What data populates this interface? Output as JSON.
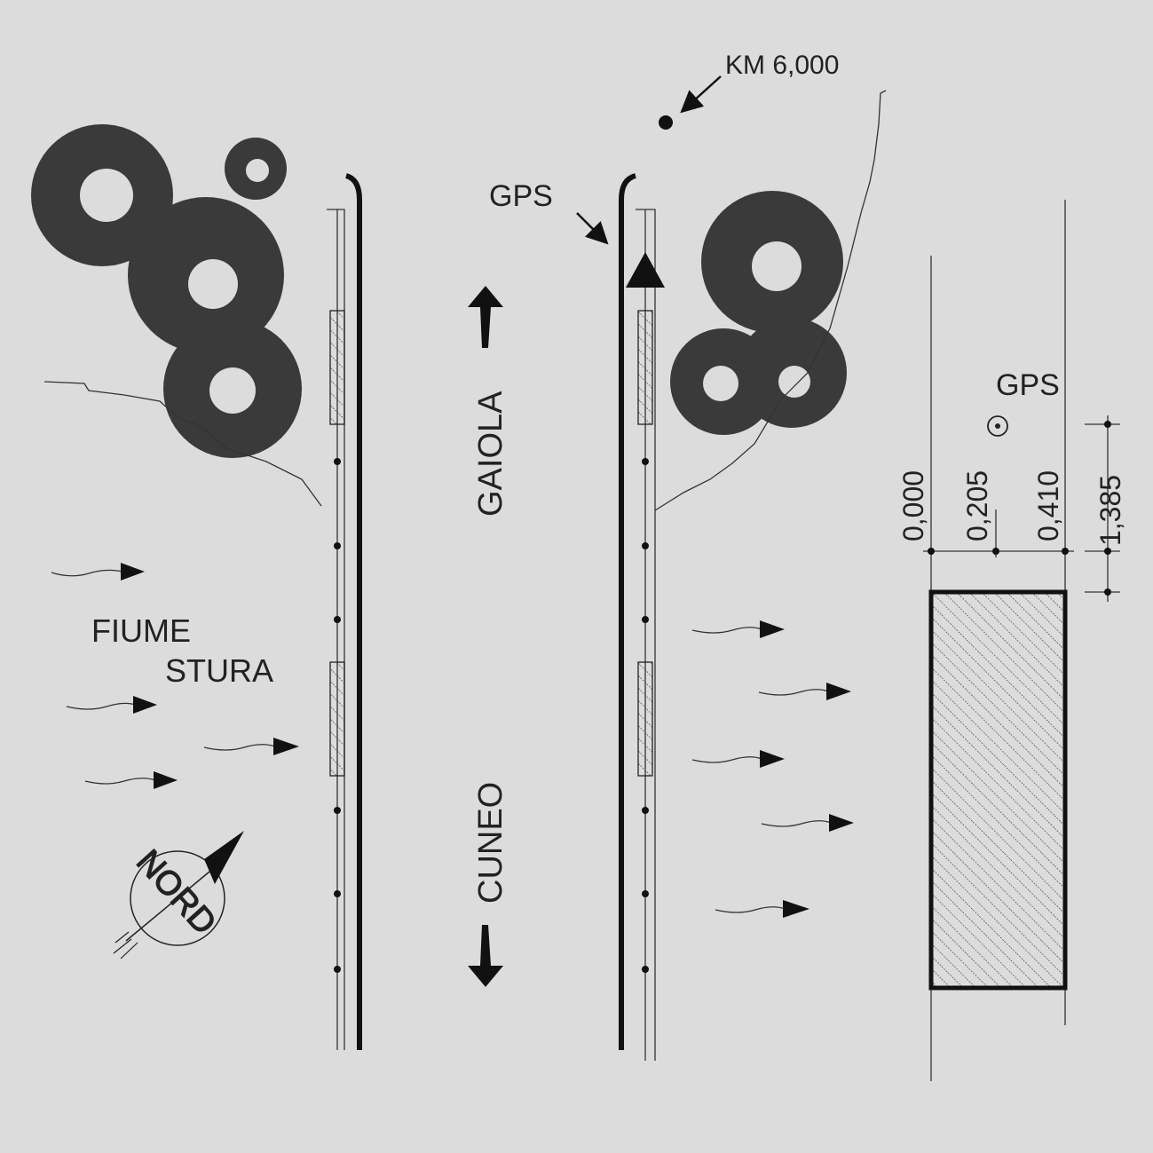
{
  "labels": {
    "km_marker": "KM 6,000",
    "gps_top": "GPS",
    "gps_section": "GPS",
    "direction_up": "GAIOLA",
    "direction_down": "CUNEO",
    "river_line1": "FIUME",
    "river_line2": "STURA",
    "north": "NORD"
  },
  "dimensions": {
    "h0": "0,000",
    "h1": "0,205",
    "h2": "0,410",
    "height": "1,385"
  },
  "colors": {
    "background": "#dcdcdc",
    "ink": "#111111",
    "tree": "#3a3a3a"
  }
}
